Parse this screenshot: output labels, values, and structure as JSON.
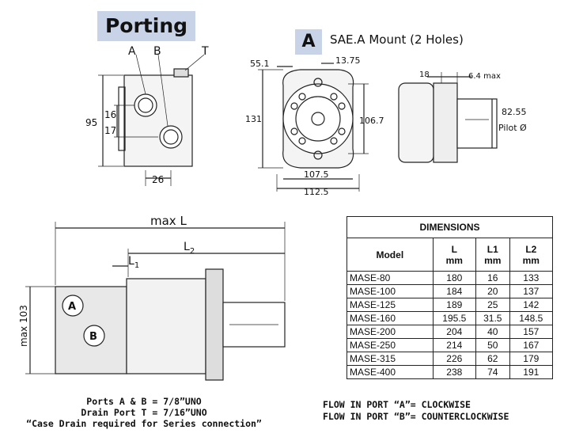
{
  "header": {
    "title": "Porting"
  },
  "mount": {
    "letter": "A",
    "text": "SAE.A Mount (2 Holes)"
  },
  "port_view": {
    "labels": {
      "a": "A",
      "b": "B",
      "t": "T"
    },
    "dims": {
      "h95": "95",
      "h16": "16",
      "h17": "17",
      "w26": "26"
    }
  },
  "front_view": {
    "dims": {
      "d55": "55.1",
      "d1375": "13.75",
      "d131": "131",
      "d1067": "106.7",
      "d1075": "107.5",
      "d1125": "112.5"
    }
  },
  "side_view": {
    "dims": {
      "d18": "18",
      "d64": "6.4 max",
      "d8255": "82.55",
      "pilot": "Pilot Ø"
    }
  },
  "length_view": {
    "dims": {
      "maxl": "max L",
      "l2": "L",
      "l2sub": "2",
      "l1": "L",
      "l1sub": "1",
      "max103": "max 103"
    },
    "port_letters": {
      "a": "A",
      "b": "B"
    }
  },
  "table": {
    "title": "DIMENSIONS",
    "headers": [
      {
        "name": "Model",
        "unit": ""
      },
      {
        "name": "L",
        "unit": "mm"
      },
      {
        "name": "L1",
        "unit": "mm"
      },
      {
        "name": "L2",
        "unit": "mm"
      }
    ],
    "rows": [
      [
        "MASE-80",
        "180",
        "16",
        "133"
      ],
      [
        "MASE-100",
        "184",
        "20",
        "137"
      ],
      [
        "MASE-125",
        "189",
        "25",
        "142"
      ],
      [
        "MASE-160",
        "195.5",
        "31.5",
        "148.5"
      ],
      [
        "MASE-200",
        "204",
        "40",
        "157"
      ],
      [
        "MASE-250",
        "214",
        "50",
        "167"
      ],
      [
        "MASE-315",
        "226",
        "62",
        "179"
      ],
      [
        "MASE-400",
        "238",
        "74",
        "191"
      ]
    ]
  },
  "notes": {
    "line1": "Ports A & B = 7/8”UNO",
    "line2": "Drain Port T = 7/16”UNO",
    "line3": "“Case Drain required for Series connection”"
  },
  "flow": {
    "line1": "FLOW IN PORT “A”= CLOCKWISE",
    "line2": "FLOW IN PORT “B”= COUNTERCLOCKWISE"
  }
}
